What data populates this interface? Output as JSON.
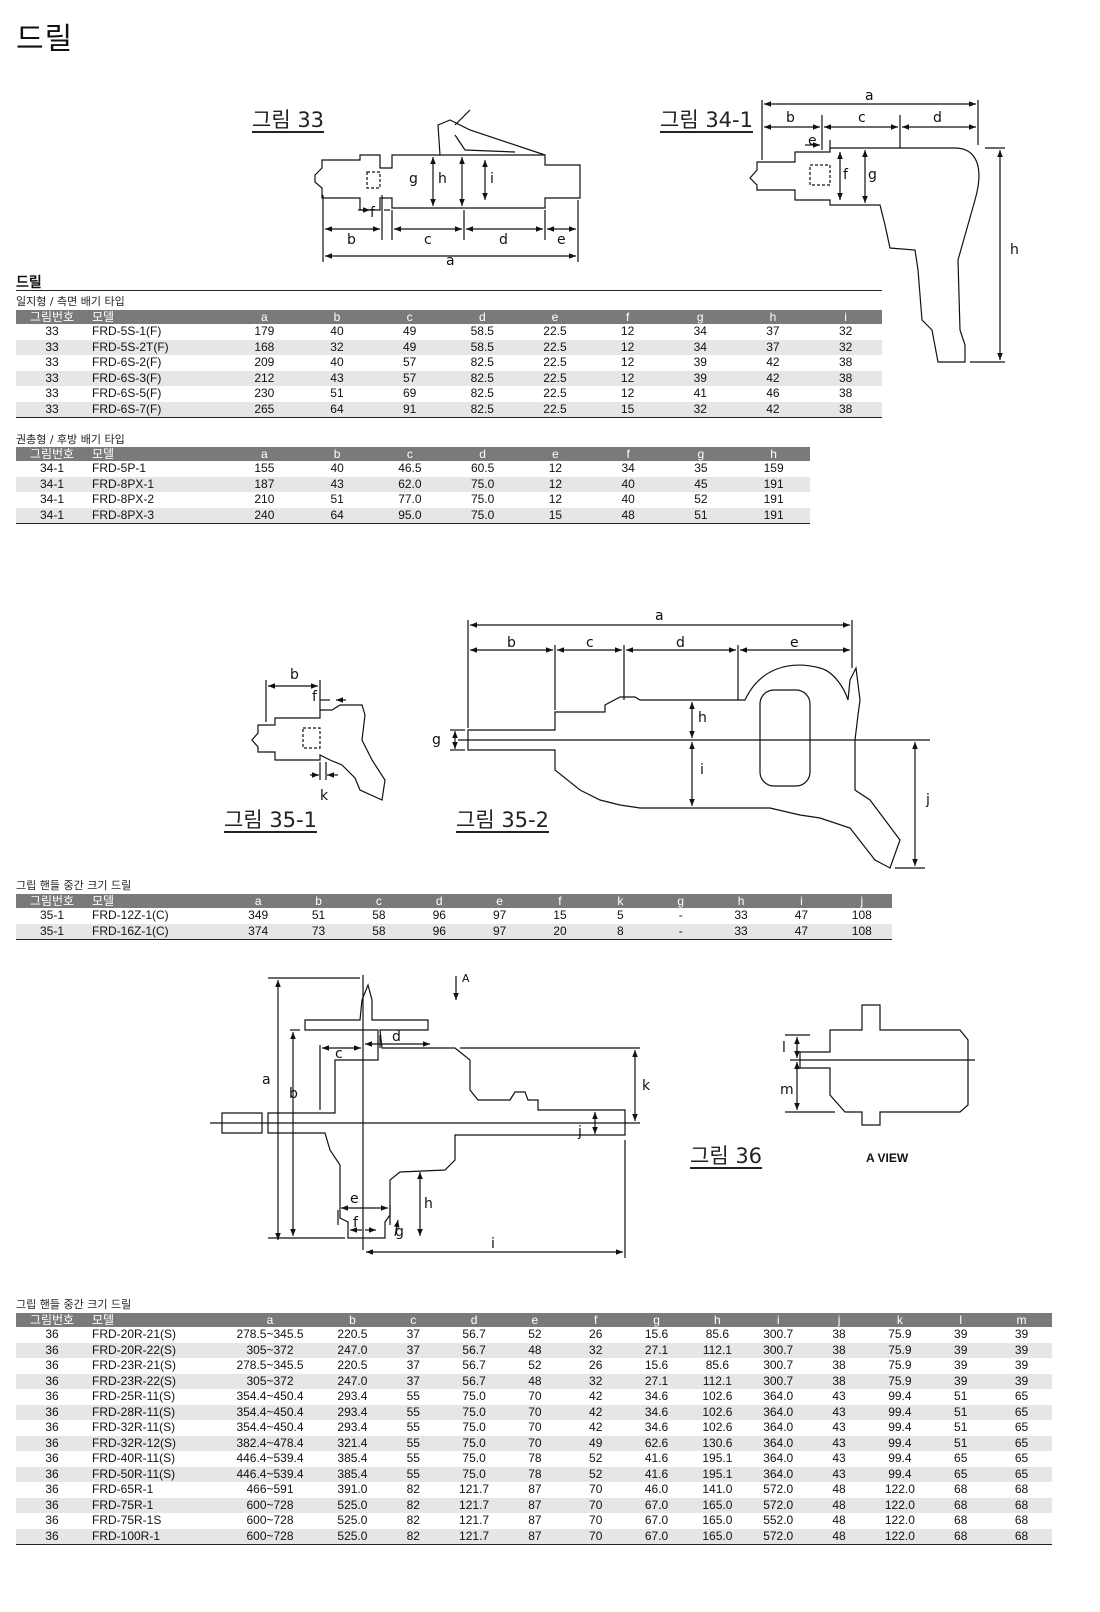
{
  "page": {
    "title": "드릴"
  },
  "figures": {
    "fig33": "그림 33",
    "fig34": "그림 34-1",
    "fig351": "그림 35-1",
    "fig352": "그림 35-2",
    "fig36": "그림 36",
    "aview": "A VIEW"
  },
  "dims": {
    "a": "a",
    "b": "b",
    "c": "c",
    "d": "d",
    "e": "e",
    "f": "f",
    "g": "g",
    "h": "h",
    "i": "i",
    "j": "j",
    "k": "k",
    "l": "l",
    "m": "m",
    "A": "A"
  },
  "section1": {
    "title": "드릴",
    "subtitle": "일지형 / 측면 배기 타입",
    "headers": [
      "그림번호",
      "모델",
      "a",
      "b",
      "c",
      "d",
      "e",
      "f",
      "g",
      "h",
      "i"
    ],
    "rows": [
      [
        "33",
        "FRD-5S-1(F)",
        "179",
        "40",
        "49",
        "58.5",
        "22.5",
        "12",
        "34",
        "37",
        "32"
      ],
      [
        "33",
        "FRD-5S-2T(F)",
        "168",
        "32",
        "49",
        "58.5",
        "22.5",
        "12",
        "34",
        "37",
        "32"
      ],
      [
        "33",
        "FRD-6S-2(F)",
        "209",
        "40",
        "57",
        "82.5",
        "22.5",
        "12",
        "39",
        "42",
        "38"
      ],
      [
        "33",
        "FRD-6S-3(F)",
        "212",
        "43",
        "57",
        "82.5",
        "22.5",
        "12",
        "39",
        "42",
        "38"
      ],
      [
        "33",
        "FRD-6S-5(F)",
        "230",
        "51",
        "69",
        "82.5",
        "22.5",
        "12",
        "41",
        "46",
        "38"
      ],
      [
        "33",
        "FRD-6S-7(F)",
        "265",
        "64",
        "91",
        "82.5",
        "22.5",
        "15",
        "32",
        "42",
        "38"
      ]
    ]
  },
  "section2": {
    "subtitle": "권총형 / 후방 배기 타입",
    "headers": [
      "그림번호",
      "모델",
      "a",
      "b",
      "c",
      "d",
      "e",
      "f",
      "g",
      "h"
    ],
    "rows": [
      [
        "34-1",
        "FRD-5P-1",
        "155",
        "40",
        "46.5",
        "60.5",
        "12",
        "34",
        "35",
        "159"
      ],
      [
        "34-1",
        "FRD-8PX-1",
        "187",
        "43",
        "62.0",
        "75.0",
        "12",
        "40",
        "45",
        "191"
      ],
      [
        "34-1",
        "FRD-8PX-2",
        "210",
        "51",
        "77.0",
        "75.0",
        "12",
        "40",
        "52",
        "191"
      ],
      [
        "34-1",
        "FRD-8PX-3",
        "240",
        "64",
        "95.0",
        "75.0",
        "15",
        "48",
        "51",
        "191"
      ]
    ]
  },
  "section3": {
    "subtitle": "그립 핸들 중간 크기 드릴",
    "headers": [
      "그림번호",
      "모델",
      "a",
      "b",
      "c",
      "d",
      "e",
      "f",
      "k",
      "g",
      "h",
      "i",
      "j"
    ],
    "rows": [
      [
        "35-1",
        "FRD-12Z-1(C)",
        "349",
        "51",
        "58",
        "96",
        "97",
        "15",
        "5",
        "-",
        "33",
        "47",
        "108"
      ],
      [
        "35-1",
        "FRD-16Z-1(C)",
        "374",
        "73",
        "58",
        "96",
        "97",
        "20",
        "8",
        "-",
        "33",
        "47",
        "108"
      ]
    ]
  },
  "section4": {
    "subtitle": "그립 핸들 중간 크기 드릴",
    "headers": [
      "그림번호",
      "모델",
      "a",
      "b",
      "c",
      "d",
      "e",
      "f",
      "g",
      "h",
      "i",
      "j",
      "k",
      "l",
      "m"
    ],
    "rows": [
      [
        "36",
        "FRD-20R-21(S)",
        "278.5~345.5",
        "220.5",
        "37",
        "56.7",
        "52",
        "26",
        "15.6",
        "85.6",
        "300.7",
        "38",
        "75.9",
        "39",
        "39"
      ],
      [
        "36",
        "FRD-20R-22(S)",
        "305~372",
        "247.0",
        "37",
        "56.7",
        "48",
        "32",
        "27.1",
        "112.1",
        "300.7",
        "38",
        "75.9",
        "39",
        "39"
      ],
      [
        "36",
        "FRD-23R-21(S)",
        "278.5~345.5",
        "220.5",
        "37",
        "56.7",
        "52",
        "26",
        "15.6",
        "85.6",
        "300.7",
        "38",
        "75.9",
        "39",
        "39"
      ],
      [
        "36",
        "FRD-23R-22(S)",
        "305~372",
        "247.0",
        "37",
        "56.7",
        "48",
        "32",
        "27.1",
        "112.1",
        "300.7",
        "38",
        "75.9",
        "39",
        "39"
      ],
      [
        "36",
        "FRD-25R-11(S)",
        "354.4~450.4",
        "293.4",
        "55",
        "75.0",
        "70",
        "42",
        "34.6",
        "102.6",
        "364.0",
        "43",
        "99.4",
        "51",
        "65"
      ],
      [
        "36",
        "FRD-28R-11(S)",
        "354.4~450.4",
        "293.4",
        "55",
        "75.0",
        "70",
        "42",
        "34.6",
        "102.6",
        "364.0",
        "43",
        "99.4",
        "51",
        "65"
      ],
      [
        "36",
        "FRD-32R-11(S)",
        "354.4~450.4",
        "293.4",
        "55",
        "75.0",
        "70",
        "42",
        "34.6",
        "102.6",
        "364.0",
        "43",
        "99.4",
        "51",
        "65"
      ],
      [
        "36",
        "FRD-32R-12(S)",
        "382.4~478.4",
        "321.4",
        "55",
        "75.0",
        "70",
        "49",
        "62.6",
        "130.6",
        "364.0",
        "43",
        "99.4",
        "51",
        "65"
      ],
      [
        "36",
        "FRD-40R-11(S)",
        "446.4~539.4",
        "385.4",
        "55",
        "75.0",
        "78",
        "52",
        "41.6",
        "195.1",
        "364.0",
        "43",
        "99.4",
        "65",
        "65"
      ],
      [
        "36",
        "FRD-50R-11(S)",
        "446.4~539.4",
        "385.4",
        "55",
        "75.0",
        "78",
        "52",
        "41.6",
        "195.1",
        "364.0",
        "43",
        "99.4",
        "65",
        "65"
      ],
      [
        "36",
        "FRD-65R-1",
        "466~591",
        "391.0",
        "82",
        "121.7",
        "87",
        "70",
        "46.0",
        "141.0",
        "572.0",
        "48",
        "122.0",
        "68",
        "68"
      ],
      [
        "36",
        "FRD-75R-1",
        "600~728",
        "525.0",
        "82",
        "121.7",
        "87",
        "70",
        "67.0",
        "165.0",
        "572.0",
        "48",
        "122.0",
        "68",
        "68"
      ],
      [
        "36",
        "FRD-75R-1S",
        "600~728",
        "525.0",
        "82",
        "121.7",
        "87",
        "70",
        "67.0",
        "165.0",
        "552.0",
        "48",
        "122.0",
        "68",
        "68"
      ],
      [
        "36",
        "FRD-100R-1",
        "600~728",
        "525.0",
        "82",
        "121.7",
        "87",
        "70",
        "67.0",
        "165.0",
        "572.0",
        "48",
        "122.0",
        "68",
        "68"
      ]
    ]
  }
}
